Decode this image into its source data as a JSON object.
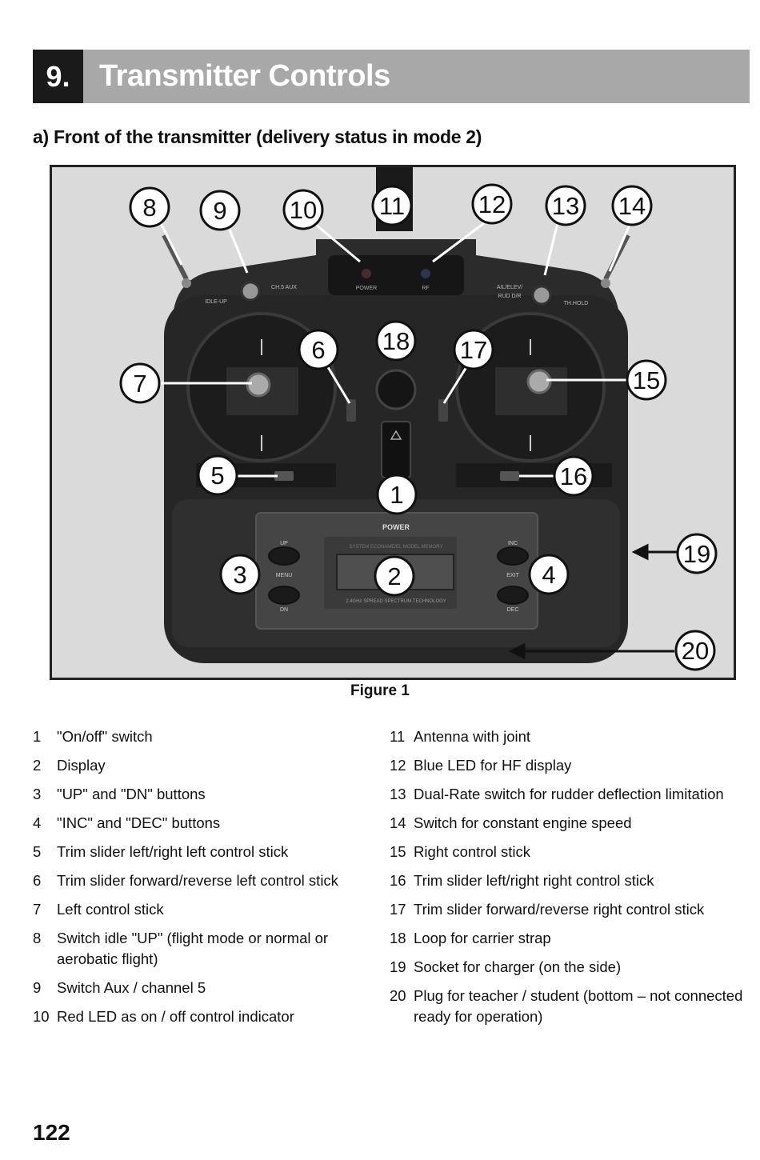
{
  "section": {
    "number": "9.",
    "title": "Transmitter Controls"
  },
  "subsection_title": "a) Front of the transmitter (delivery status in mode 2)",
  "figure": {
    "caption": "Figure 1",
    "printed_labels": {
      "power_led": "POWER",
      "rf_led": "RF",
      "idle_up": "IDLE-UP",
      "ch5_aux": "CH.5 AUX",
      "ail_elev": "AIL/ELEV/",
      "rud_dr": "RUD D/R",
      "th_hold": "TH.HOLD",
      "power_panel": "POWER",
      "up_button": "UP",
      "dn_button": "DN",
      "menu": "MENU",
      "inc_button": "INC",
      "dec_button": "DEC",
      "exit": "EXIT",
      "display_top": "SYSTEM  ECONAME/EL MODEL MEMORY",
      "display_bottom": "2.4GHz SPREAD SPECTRUM TECHNOLOGY"
    },
    "callouts": [
      "1",
      "2",
      "3",
      "4",
      "5",
      "6",
      "7",
      "8",
      "9",
      "10",
      "11",
      "12",
      "13",
      "14",
      "15",
      "16",
      "17",
      "18",
      "19",
      "20"
    ]
  },
  "legend_left": [
    {
      "num": "1",
      "text": "\"On/off\" switch"
    },
    {
      "num": "2",
      "text": "Display"
    },
    {
      "num": "3",
      "text": "\"UP\" and \"DN\" buttons"
    },
    {
      "num": "4",
      "text": "\"INC\" and \"DEC\" buttons"
    },
    {
      "num": "5",
      "text": "Trim slider left/right left control stick"
    },
    {
      "num": "6",
      "text": "Trim slider forward/reverse left control stick"
    },
    {
      "num": "7",
      "text": "Left control stick"
    },
    {
      "num": "8",
      "text": "Switch idle \"UP\" (flight mode or normal or aerobatic flight)"
    },
    {
      "num": "9",
      "text": "Switch Aux / channel 5"
    },
    {
      "num": "10",
      "text": "Red LED as on / off control indicator"
    }
  ],
  "legend_right": [
    {
      "num": "11",
      "text": "Antenna with joint"
    },
    {
      "num": "12",
      "text": "Blue LED for HF display"
    },
    {
      "num": "13",
      "text": "Dual-Rate switch for rudder deflection limitation"
    },
    {
      "num": "14",
      "text": "Switch for constant engine speed"
    },
    {
      "num": "15",
      "text": "Right control stick"
    },
    {
      "num": "16",
      "text": "Trim slider left/right right control stick"
    },
    {
      "num": "17",
      "text": "Trim slider forward/reverse right control stick"
    },
    {
      "num": "18",
      "text": "Loop for carrier strap"
    },
    {
      "num": "19",
      "text": "Socket for charger (on the side)"
    },
    {
      "num": "20",
      "text": "Plug for teacher / student (bottom – not connected ready for operation)"
    }
  ],
  "page_number": "122"
}
